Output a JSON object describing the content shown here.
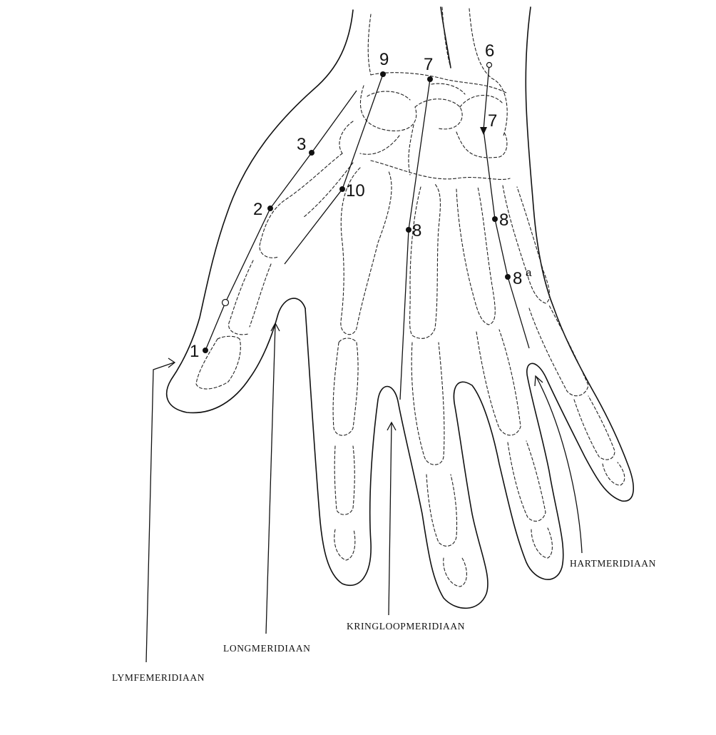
{
  "points": {
    "p1": "1",
    "p2": "2",
    "p3": "3",
    "p10": "10",
    "p9": "9",
    "p7a": "7",
    "p8a": "8",
    "p6": "6",
    "p7b": "7",
    "p8b": "8",
    "p8c": "8",
    "p8c_sup": "a"
  },
  "meridians": {
    "lymph": "LYMFEMERIDIAAN",
    "long": "LONGMERIDIAAN",
    "circulation": "KRINGLOOPMERIDIAAN",
    "heart": "HARTMERIDIAAN"
  }
}
